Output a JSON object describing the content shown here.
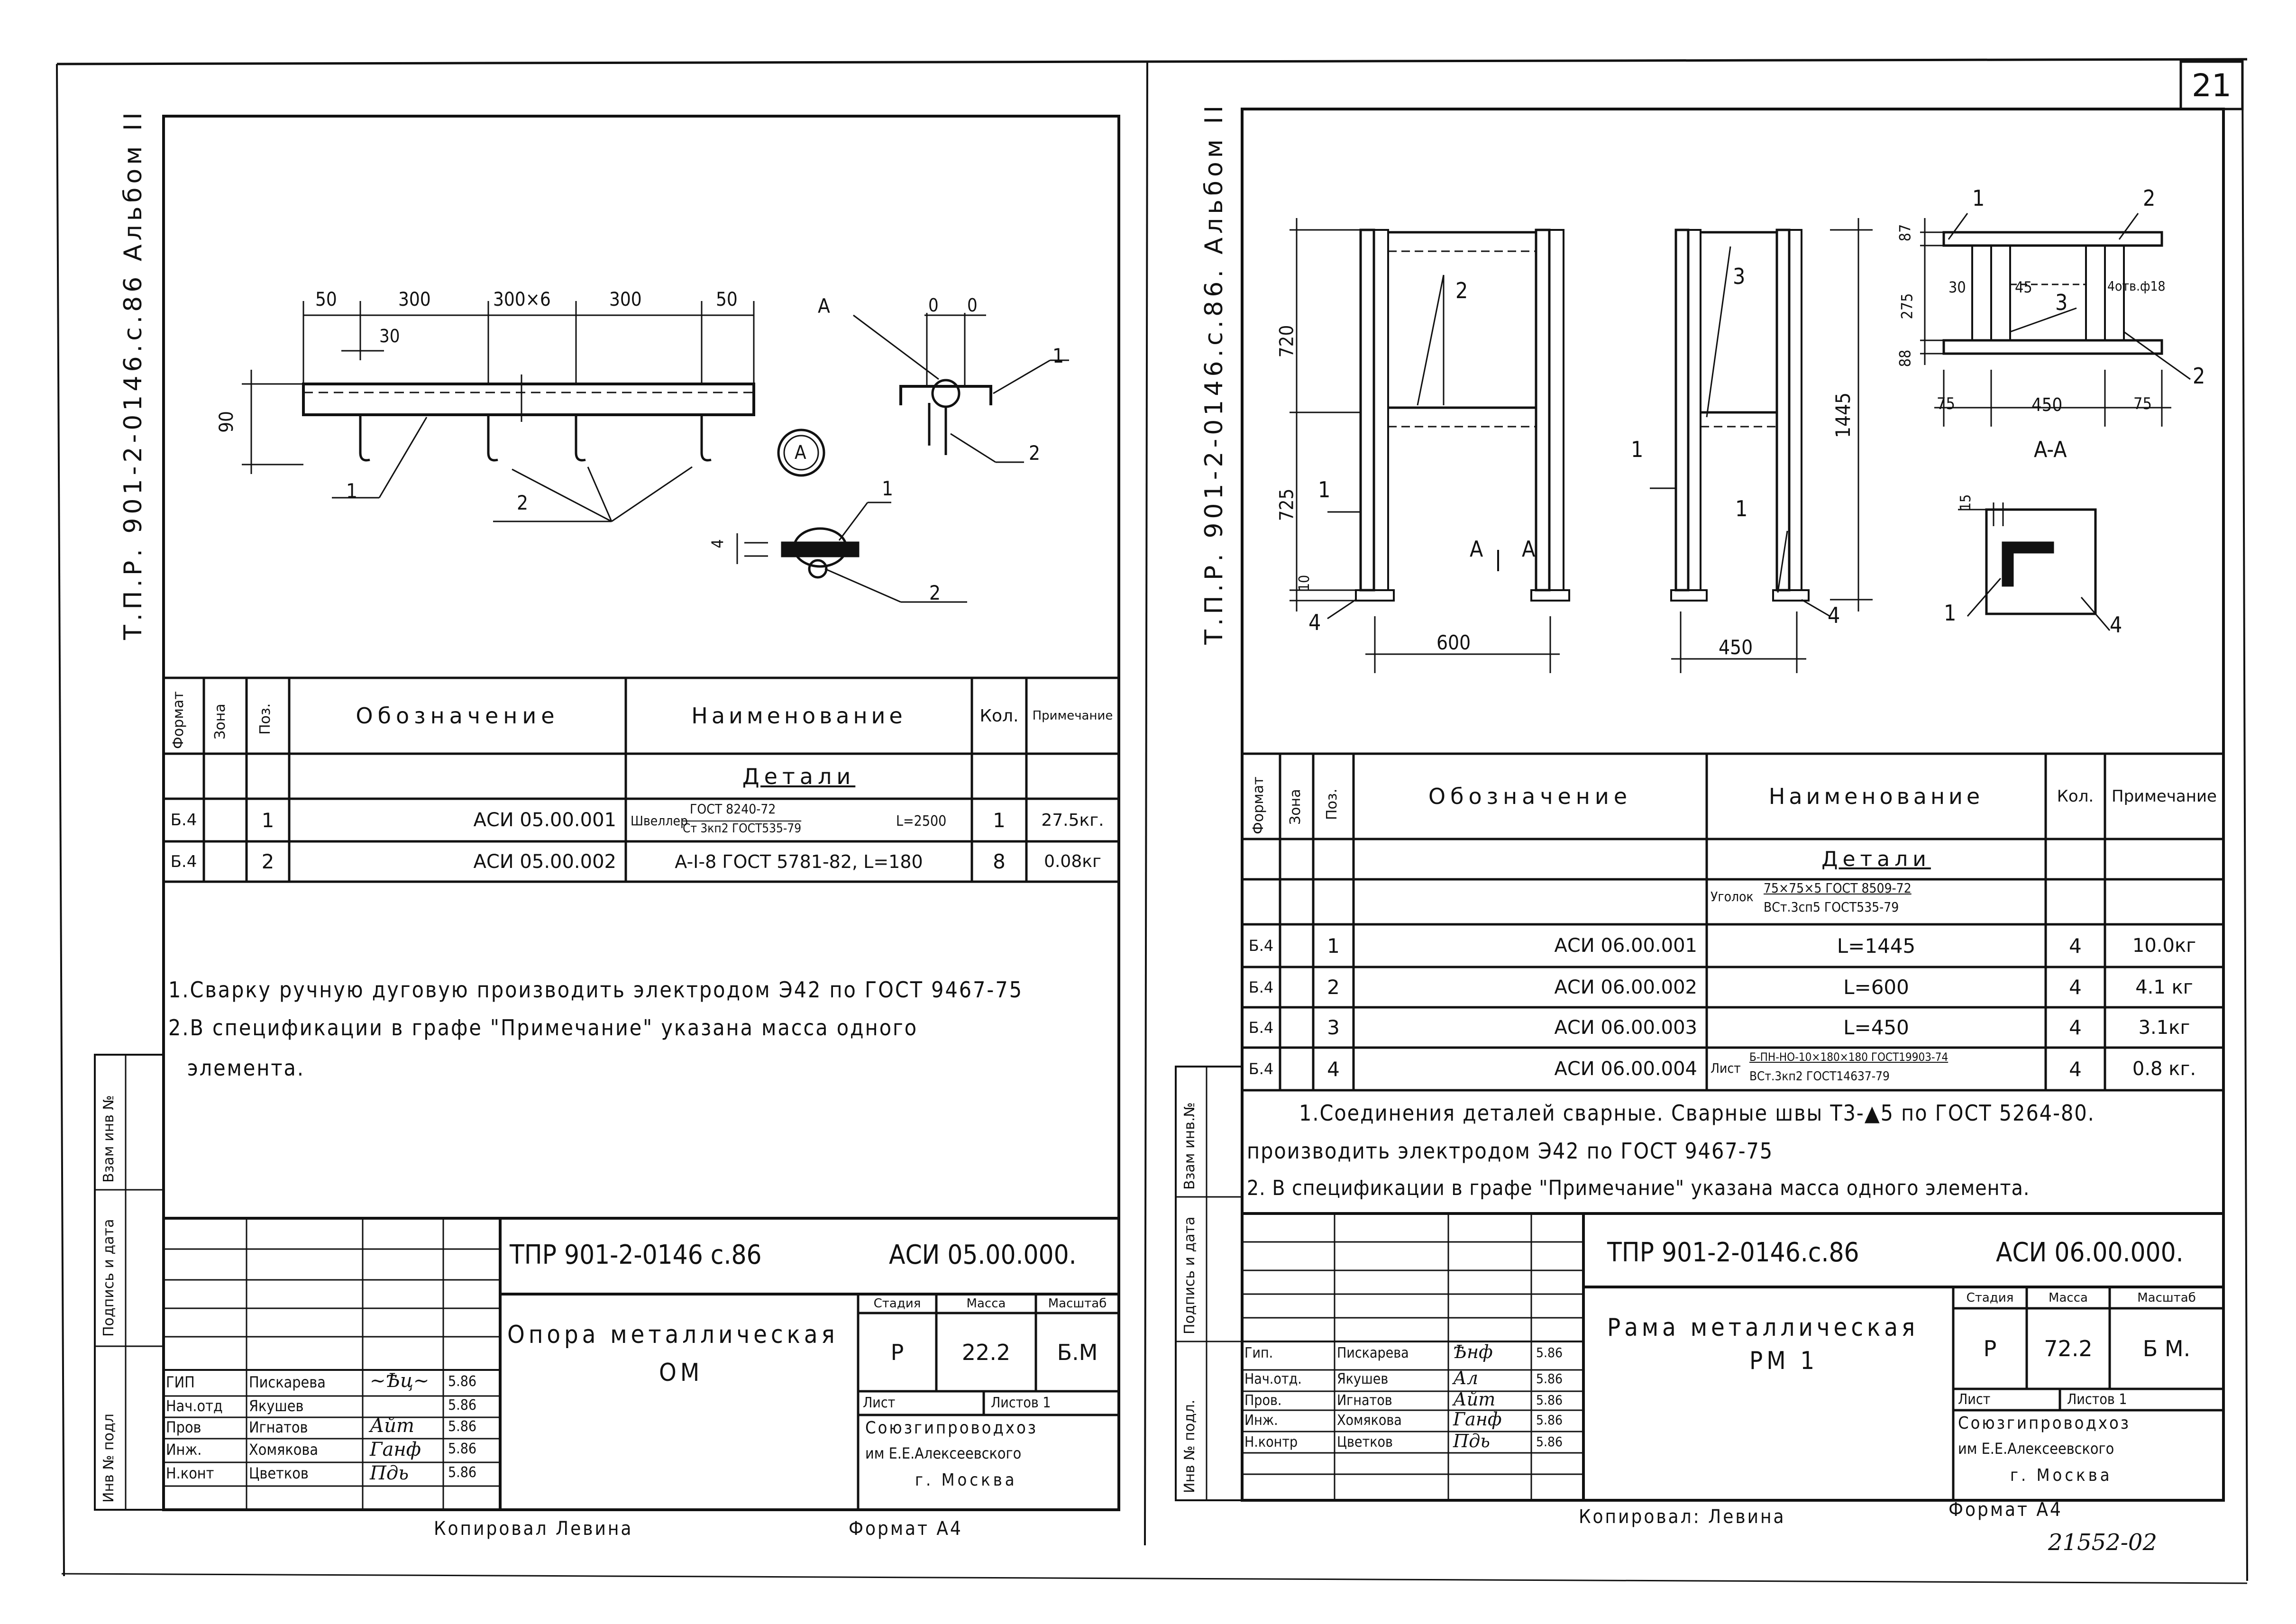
{
  "page_number": "21",
  "bottom_code": "21552-02",
  "left": {
    "side_label": "Т.П.Р. 901-2-0146.с.86   Альбом II",
    "drawing": {
      "dims": [
        "50",
        "300",
        "300×6",
        "300",
        "50",
        "30",
        "90"
      ],
      "view_label_A": "A",
      "dims_A": [
        "0",
        "0"
      ],
      "section_mark": "A",
      "weld_dim": "4",
      "callouts": [
        "1",
        "2",
        "1",
        "2",
        "1",
        "2"
      ]
    },
    "spec": {
      "headers": [
        "Формат",
        "Зона",
        "Поз.",
        "Обозначение",
        "Наименование",
        "Кол.",
        "Примечание"
      ],
      "section": "Детали",
      "rows": [
        {
          "format": "Б.4",
          "pos": "1",
          "code": "АСИ 05.00.001",
          "name": "Швеллер",
          "name_top": "ГОСТ 8240-72",
          "name_bot": "Ст 3кп2 ГОСТ535-79",
          "name_len": "L=2500",
          "qty": "1",
          "note": "27.5кг."
        },
        {
          "format": "Б.4",
          "pos": "2",
          "code": "АСИ 05.00.002",
          "name": "A-I-8 ГОСТ 5781-82, L=180",
          "qty": "8",
          "note": "0.08кг"
        }
      ]
    },
    "notes": [
      "1.Сварку ручную дуговую производить электродом Э42 по ГОСТ 9467-75",
      "2.В спецификации в графе \"Примечание\" указана масса одного",
      "элемента."
    ],
    "side_stamp": [
      "Инв № подл",
      "Подпись и дата",
      "Взам инв №"
    ],
    "title_block": {
      "doc": "ТПР 901-2-0146 с.86",
      "code": "АСИ 05.00.000.",
      "title1": "Опора металлическая",
      "title2": "ОМ",
      "stage_h": "Стадия",
      "mass_h": "Масса",
      "scale_h": "Масштаб",
      "stage": "Р",
      "mass": "22.2",
      "scale": "Б.М",
      "sheet": "Лист",
      "sheets": "Листов 1",
      "org1": "Союзгипроводхоз",
      "org2": "им Е.Е.Алексеевского",
      "org3": "г. Москва",
      "people": [
        {
          "role": "ГИП",
          "name": "Пискарева",
          "date": "5.86"
        },
        {
          "role": "Нач.отд",
          "name": "Якушев",
          "date": "5.86"
        },
        {
          "role": "Пров",
          "name": "Игнатов",
          "date": "5.86"
        },
        {
          "role": "Инж.",
          "name": "Хомякова",
          "date": "5.86"
        },
        {
          "role": "Н.конт",
          "name": "Цветков",
          "date": "5.86"
        }
      ]
    },
    "footer_copy": "Копировал Левина",
    "footer_format": "Формат А4"
  },
  "right": {
    "side_label": "Т.П.Р. 901-2-0146.с.86.   Альбом II",
    "drawing": {
      "dims": [
        "720",
        "725",
        "10",
        "600",
        "450",
        "1445"
      ],
      "section_dims": [
        "87",
        "275",
        "88",
        "30",
        "45",
        "75",
        "450",
        "75",
        "15"
      ],
      "section_title": "A-A",
      "holes": "4отв.ф18",
      "callouts": [
        "1",
        "2",
        "3",
        "4",
        "1",
        "1",
        "4",
        "1",
        "2",
        "3",
        "2",
        "1",
        "4"
      ],
      "arrow_A": "A"
    },
    "spec": {
      "headers": [
        "Формат",
        "Зона",
        "Поз.",
        "Обозначение",
        "Наименование",
        "Кол.",
        "Примечание"
      ],
      "section": "Детали",
      "profile_prefix": "Уголок",
      "profile_top": "75×75×5 ГОСТ 8509-72",
      "profile_bot": "ВСт.3сп5 ГОСТ535-79",
      "rows": [
        {
          "format": "Б.4",
          "pos": "1",
          "code": "АСИ 06.00.001",
          "name": "L=1445",
          "qty": "4",
          "note": "10.0кг"
        },
        {
          "format": "Б.4",
          "pos": "2",
          "code": "АСИ 06.00.002",
          "name": "L=600",
          "qty": "4",
          "note": "4.1 кг"
        },
        {
          "format": "Б.4",
          "pos": "3",
          "code": "АСИ 06.00.003",
          "name": "L=450",
          "qty": "4",
          "note": "3.1кг"
        },
        {
          "format": "Б.4",
          "pos": "4",
          "code": "АСИ 06.00.004",
          "name_prefix": "Лист",
          "name_top": "Б-ПН-НО-10×180×180 ГОСТ19903-74",
          "name_bot": "ВСт.3кп2 ГОСТ14637-79",
          "qty": "4",
          "note": "0.8 кг."
        }
      ]
    },
    "notes": [
      "1.Соединения деталей сварные. Сварные швы Т3-▲5 по ГОСТ 5264-80.",
      "производить электродом Э42 по ГОСТ 9467-75",
      "2. В спецификации в графе \"Примечание\" указана масса одного элемента."
    ],
    "side_stamp": [
      "Инв № подл.",
      "Подпись и дата",
      "Взам инв.№"
    ],
    "title_block": {
      "doc": "ТПР 901-2-0146.с.86",
      "code": "АСИ 06.00.000.",
      "title1": "Рама металлическая",
      "title2": "РМ 1",
      "stage_h": "Стадия",
      "mass_h": "Масса",
      "scale_h": "Масштаб",
      "stage": "Р",
      "mass": "72.2",
      "scale": "Б М.",
      "sheet": "Лист",
      "sheets": "Листов 1",
      "org1": "Союзгипроводхоз",
      "org2": "им Е.Е.Алексеевского",
      "org3": "г. Москва",
      "people": [
        {
          "role": "Гип.",
          "name": "Пискарева",
          "date": "5.86"
        },
        {
          "role": "Нач.отд.",
          "name": "Якушев",
          "date": "5.86"
        },
        {
          "role": "Пров.",
          "name": "Игнатов",
          "date": "5.86"
        },
        {
          "role": "Инж.",
          "name": "Хомякова",
          "date": "5.86"
        },
        {
          "role": "Н.контр",
          "name": "Цветков",
          "date": "5.86"
        }
      ]
    },
    "footer_copy": "Копировал: Левина",
    "footer_format": "Формат А4"
  }
}
